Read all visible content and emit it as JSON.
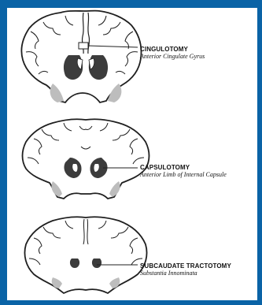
{
  "colors": {
    "frame_border": "#0a63a6",
    "background": "#ffffff",
    "outline": "#1f1f1f",
    "dark_gray": "#3c3c3c",
    "light_gray": "#bdbdbd"
  },
  "procedures": [
    {
      "title": "CINGULOTOMY",
      "subtitle": "Anterior Cingulate Gyrus"
    },
    {
      "title": "CAPSULOTOMY",
      "subtitle": "Anterior Limb of Internal Capsule"
    },
    {
      "title": "SUBCAUDATE TRACTOTOMY",
      "subtitle": "Substantia Innominata"
    }
  ]
}
